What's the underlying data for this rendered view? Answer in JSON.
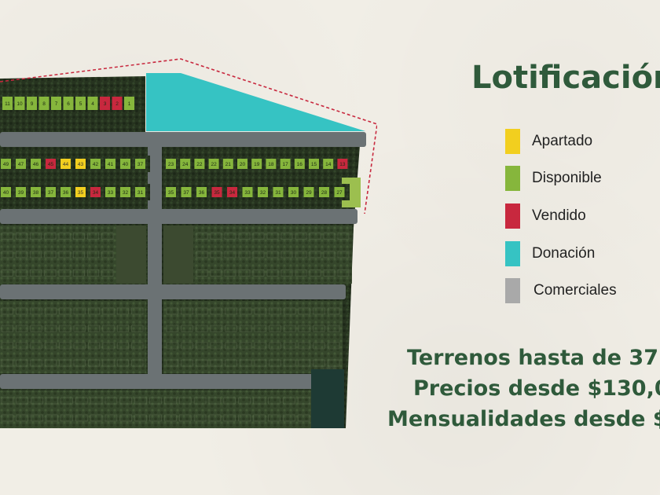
{
  "title": "Lotificación",
  "legend": [
    {
      "label": "Apartado",
      "color": "#f2cf1f"
    },
    {
      "label": "Disponible",
      "color": "#86b63c"
    },
    {
      "label": "Vendido",
      "color": "#c8283e"
    },
    {
      "label": "Donación",
      "color": "#36c3c3"
    },
    {
      "label": "Comerciales",
      "color": "#a9a9a9"
    }
  ],
  "info": {
    "line1": "Terrenos hasta de 37",
    "line2": "Precios desde $130,0",
    "line3": "Mensualidades desde $"
  },
  "map": {
    "colors": {
      "available": "#86b63c",
      "reserved": "#f2cf1f",
      "sold": "#c8283e",
      "donation": "#36c3c3",
      "commercial": "#a9a9a9",
      "road": "#6b7274",
      "vegetation": "#26331f",
      "boundary": "#c8283e"
    },
    "lots": {
      "top_row": [
        {
          "n": "11",
          "s": "a"
        },
        {
          "n": "10",
          "s": "a"
        },
        {
          "n": "9",
          "s": "a"
        },
        {
          "n": "8",
          "s": "a"
        },
        {
          "n": "7",
          "s": "a"
        },
        {
          "n": "6",
          "s": "a"
        },
        {
          "n": "5",
          "s": "a"
        },
        {
          "n": "4",
          "s": "a"
        },
        {
          "n": "3",
          "s": "v"
        },
        {
          "n": "2",
          "s": "v"
        },
        {
          "n": "1",
          "s": "a"
        }
      ],
      "left_row1": [
        {
          "n": "49",
          "s": "a"
        },
        {
          "n": "47",
          "s": "a"
        },
        {
          "n": "46",
          "s": "a"
        },
        {
          "n": "45",
          "s": "v"
        },
        {
          "n": "44",
          "s": "r"
        },
        {
          "n": "43",
          "s": "r"
        },
        {
          "n": "42",
          "s": "a"
        },
        {
          "n": "41",
          "s": "a"
        },
        {
          "n": "40",
          "s": "a"
        },
        {
          "n": "37",
          "s": "a"
        }
      ],
      "left_row2": [
        {
          "n": "40",
          "s": "a"
        },
        {
          "n": "39",
          "s": "a"
        },
        {
          "n": "38",
          "s": "a"
        },
        {
          "n": "37",
          "s": "a"
        },
        {
          "n": "36",
          "s": "a"
        },
        {
          "n": "35",
          "s": "r"
        },
        {
          "n": "34",
          "s": "v"
        },
        {
          "n": "33",
          "s": "a"
        },
        {
          "n": "32",
          "s": "a"
        },
        {
          "n": "31",
          "s": "a"
        }
      ],
      "right_row1": [
        {
          "n": "23",
          "s": "a"
        },
        {
          "n": "24",
          "s": "a"
        },
        {
          "n": "22",
          "s": "a"
        },
        {
          "n": "22",
          "s": "a"
        },
        {
          "n": "21",
          "s": "a"
        },
        {
          "n": "20",
          "s": "a"
        },
        {
          "n": "19",
          "s": "a"
        },
        {
          "n": "18",
          "s": "a"
        },
        {
          "n": "17",
          "s": "a"
        },
        {
          "n": "16",
          "s": "a"
        },
        {
          "n": "15",
          "s": "a"
        },
        {
          "n": "14",
          "s": "a"
        },
        {
          "n": "13",
          "s": "v"
        }
      ],
      "right_row2": [
        {
          "n": "35",
          "s": "a"
        },
        {
          "n": "37",
          "s": "a"
        },
        {
          "n": "36",
          "s": "a"
        },
        {
          "n": "35",
          "s": "v"
        },
        {
          "n": "34",
          "s": "v"
        },
        {
          "n": "33",
          "s": "a"
        },
        {
          "n": "32",
          "s": "a"
        },
        {
          "n": "31",
          "s": "a"
        },
        {
          "n": "30",
          "s": "a"
        },
        {
          "n": "29",
          "s": "a"
        },
        {
          "n": "28",
          "s": "a"
        },
        {
          "n": "27",
          "s": "a"
        }
      ]
    }
  }
}
